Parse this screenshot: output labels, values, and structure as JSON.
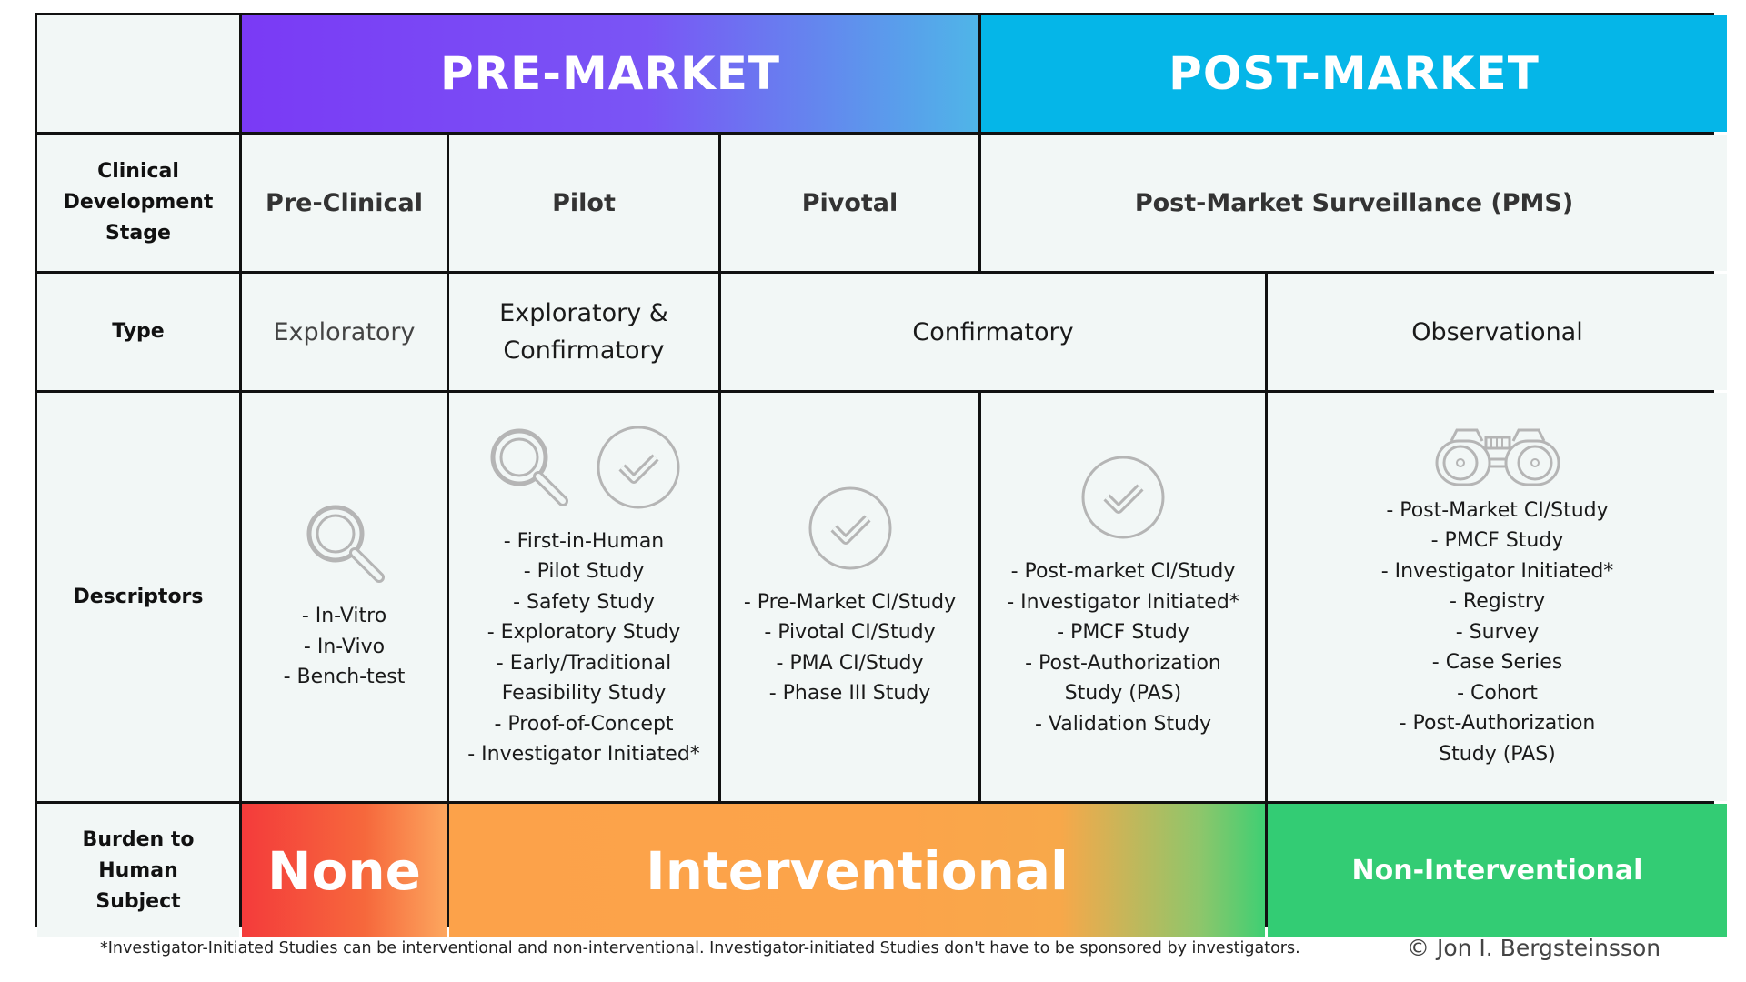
{
  "header": {
    "pre_market": "PRE-MARKET",
    "post_market": "POST-MARKET"
  },
  "rows": {
    "stage_label": "Clinical Development Stage",
    "type_label": "Type",
    "descriptors_label": "Descriptors",
    "burden_label": "Burden to Human Subject"
  },
  "stages": {
    "pre_clinical": "Pre-Clinical",
    "pilot": "Pilot",
    "pivotal": "Pivotal",
    "pms": "Post-Market Surveillance (PMS)"
  },
  "types": {
    "exploratory": "Exploratory",
    "exploratory_confirmatory_1": "Exploratory &",
    "exploratory_confirmatory_2": "Confirmatory",
    "confirmatory": "Confirmatory",
    "observational": "Observational"
  },
  "descriptors": {
    "pre_clinical": [
      "- In-Vitro",
      "- In-Vivo",
      "- Bench-test"
    ],
    "pilot": [
      "- First-in-Human",
      "- Pilot Study",
      "- Safety Study",
      "- Exploratory Study",
      "- Early/Traditional",
      "Feasibility Study",
      "- Proof-of-Concept",
      "- Investigator Initiated*"
    ],
    "pivotal": [
      "- Pre-Market CI/Study",
      "- Pivotal CI/Study",
      "- PMA CI/Study",
      "- Phase III Study"
    ],
    "post_confirmatory": [
      "- Post-market CI/Study",
      "- Investigator Initiated*",
      "- PMCF Study",
      "- Post-Authorization",
      "Study (PAS)",
      "- Validation Study"
    ],
    "observational": [
      "- Post-Market CI/Study",
      "- PMCF Study",
      "- Investigator Initiated*",
      "- Registry",
      "- Survey",
      "- Case Series",
      "- Cohort",
      "- Post-Authorization",
      "Study (PAS)"
    ]
  },
  "icons": {
    "pre_clinical": [
      "magnifier-icon"
    ],
    "pilot": [
      "magnifier-icon",
      "checkmark-circle-icon"
    ],
    "pivotal": [
      "checkmark-circle-icon"
    ],
    "post_confirmatory": [
      "checkmark-circle-icon"
    ],
    "observational": [
      "binoculars-icon"
    ]
  },
  "burden": {
    "none": "None",
    "interventional": "Interventional",
    "non_interventional": "Non-Interventional"
  },
  "footer": {
    "note": "*Investigator-Initiated Studies can be interventional and non-interventional. Investigator-initiated Studies don't have to be sponsored by investigators.",
    "copyright": "© Jon I. Bergsteinsson"
  },
  "colors": {
    "pre_market_start": "#7a3af5",
    "pre_market_end": "#4fb5e8",
    "post_market": "#05b6e8",
    "none_start": "#f43b3b",
    "interventional": "#fca24a",
    "non_interventional": "#33cc74",
    "cell_background": "#f2f7f6",
    "icon_stroke": "#b5b5b5"
  }
}
